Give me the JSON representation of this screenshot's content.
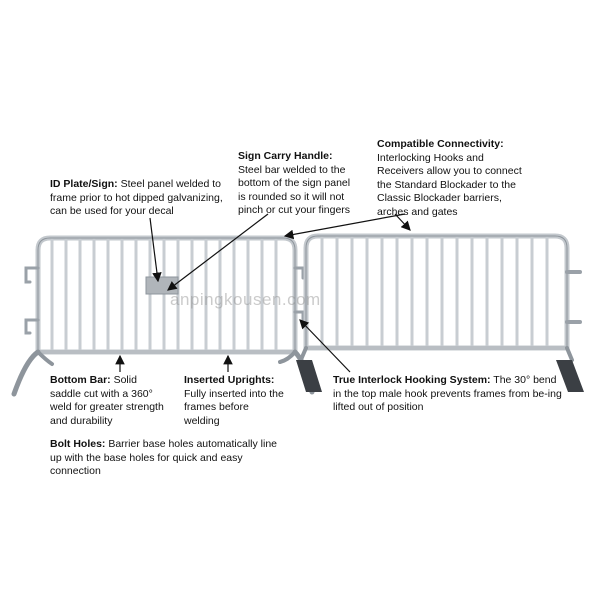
{
  "callouts": {
    "id_plate": {
      "title": "ID Plate/Sign:",
      "text": " Steel panel welded to frame prior to hot dipped galvanizing, can be used for your decal"
    },
    "sign_handle": {
      "title": "Sign Carry Handle:",
      "text": " Steel bar welded to the bottom of the sign panel is rounded so it will not pinch or cut your fingers"
    },
    "compatible": {
      "title": "Compatible Connectivity:",
      "text": " Interlocking Hooks and Receivers allow you to connect the Standard Blockader to the Classic Blockader barriers, arches and gates"
    },
    "bottom_bar": {
      "title": "Bottom Bar:",
      "text": " Solid saddle cut with a 360° weld for greater strength and durability"
    },
    "uprights": {
      "title": "Inserted Uprights:",
      "text": " Fully inserted into the frames before welding"
    },
    "interlock": {
      "title": "True Interlock Hooking System:",
      "text": " The 30° bend in the top male hook prevents frames from be-ing lifted out of position"
    },
    "bolt_holes": {
      "title": "Bolt Holes:",
      "text": " Barrier base holes automatically line up with the base holes for quick and easy connection"
    }
  },
  "watermark": "anpingkousen.com",
  "colors": {
    "steel": "#c9ced3",
    "steel_dark": "#8e959c",
    "plate": "#b7bcc1",
    "arrow": "#111111"
  }
}
